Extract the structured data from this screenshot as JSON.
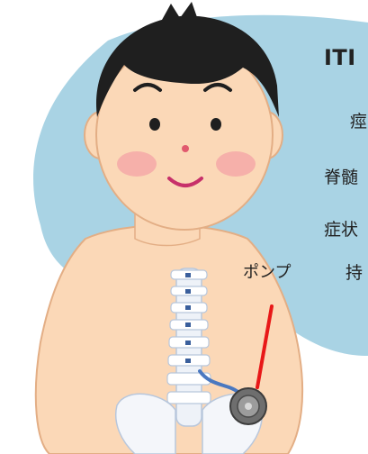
{
  "text": {
    "heading": "ITI",
    "line1": "痙",
    "line2": "脊髄",
    "line3": "症状",
    "line4": "持"
  },
  "labels": {
    "pump": "ポンプ"
  },
  "colors": {
    "background_blob": "#A9D3E4",
    "skin": "#FBD8B7",
    "skin_outline": "#E3AE85",
    "hair": "#1F1F1F",
    "cheek": "#F5A6A6",
    "mouth": "#C7306A",
    "spine_bone": "#EEF2F8",
    "spine_dot": "#3A5F9C",
    "catheter": "#4A78C0",
    "pump_pointer": "#E81818",
    "pump_body": "#6E6E6E"
  },
  "icons": {
    "pump_device": "pump-icon",
    "spine": "spine-icon",
    "pelvis": "pelvis-icon"
  }
}
